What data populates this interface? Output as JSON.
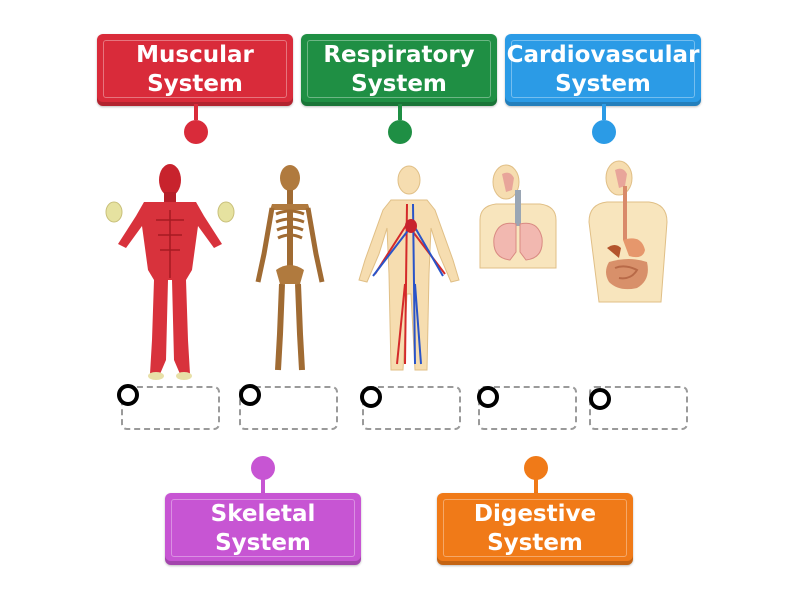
{
  "labels": [
    {
      "id": "muscular",
      "text": "Muscular\nSystem",
      "color": "#d92b3a"
    },
    {
      "id": "respiratory",
      "text": "Respiratory\nSystem",
      "color": "#1f8f44"
    },
    {
      "id": "cardiovascular",
      "text": "Cardiovascular\nSystem",
      "color": "#2b9be6"
    },
    {
      "id": "skeletal",
      "text": "Skeletal\nSystem",
      "color": "#c755d3"
    },
    {
      "id": "digestive",
      "text": "Digestive\nSystem",
      "color": "#f07a18"
    }
  ],
  "figures": [
    "muscular-figure",
    "skeletal-figure",
    "circulatory-figure",
    "lungs-figure",
    "digestive-figure"
  ],
  "drop_zones": [
    "drop-zone-1",
    "drop-zone-2",
    "drop-zone-3",
    "drop-zone-4",
    "drop-zone-5"
  ]
}
